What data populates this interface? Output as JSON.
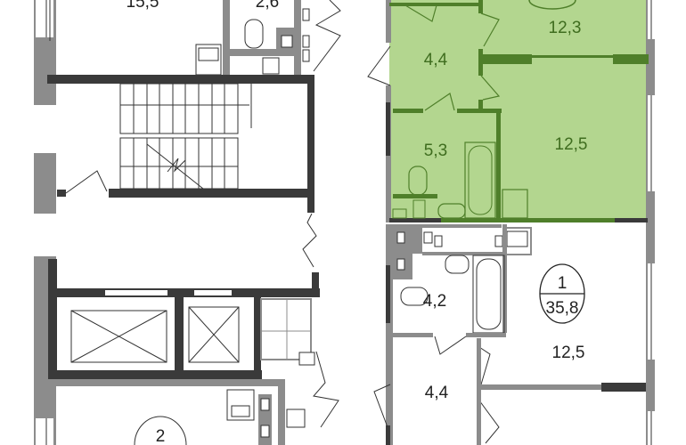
{
  "plan": {
    "highlight_color": "#b3d68f",
    "highlight_wall_color": "#4f7f2a",
    "wall_color": "#8c8c8c",
    "bearing_wall_color": "#3a3a3a",
    "rooms_left": {
      "room_top_left": "15,5",
      "wc_top": "2,6"
    },
    "apartment_highlighted": {
      "room_a": "12,3",
      "hall": "4,4",
      "bathroom": "5,3",
      "room_b": "12,5"
    },
    "apartment_1": {
      "rooms_count": "1",
      "total_area": "35,8",
      "bathroom": "4,2",
      "room": "12,5",
      "hall": "4,4"
    },
    "apartment_2": {
      "rooms_count": "2"
    }
  }
}
